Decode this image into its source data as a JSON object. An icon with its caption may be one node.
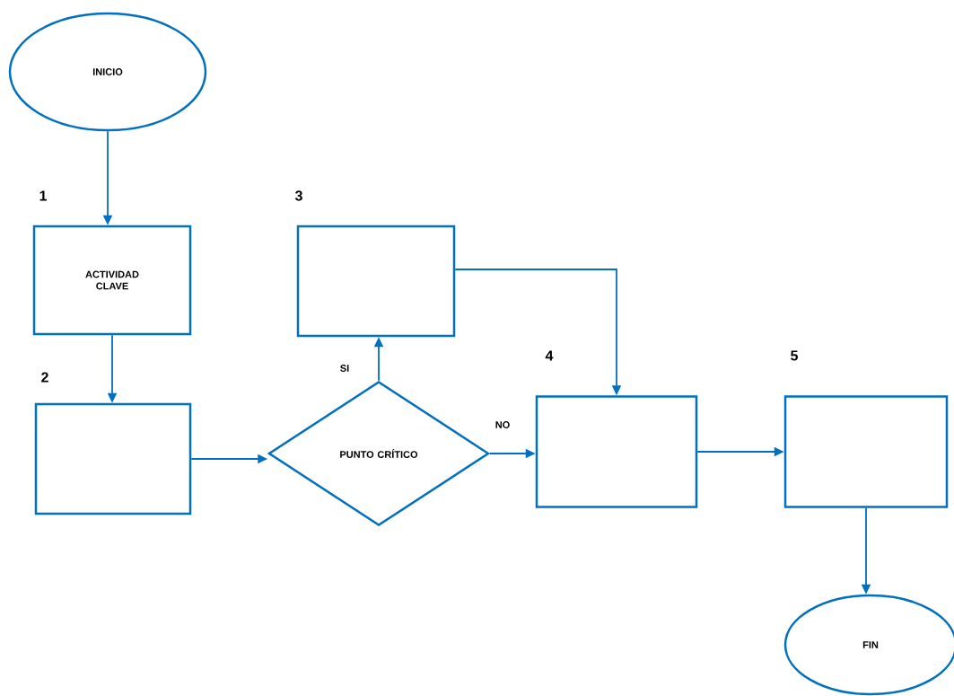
{
  "diagram": {
    "nodes": [
      {
        "text": [
          "INICIO"
        ]
      },
      {
        "text": [
          "ACTIVIDAD CLAVE"
        ],
        "beside": [
          "1"
        ]
      },
      {
        "text": [],
        "shape": "box",
        "beside": [
          "2"
        ]
      },
      {
        "text": [
          "PUNTO CRÍTICO"
        ]
      },
      {
        "text": [],
        "shape": "box",
        "beside": [
          "3"
        ]
      },
      {
        "text": [],
        "shape": "box",
        "beside": [
          "4"
        ]
      },
      {
        "text": [],
        "shape": "box",
        "beside": [
          "5"
        ]
      },
      {
        "text": [
          "FIN"
        ]
      }
    ],
    "edges": [
      {
        "from": 0,
        "to": 1,
        "arrow": "to"
      },
      {
        "from": 1,
        "to": 2,
        "arrow": "to"
      },
      {
        "from": 2,
        "to": 3,
        "arrow": "to"
      },
      {
        "from": 3,
        "to": 4,
        "arrow": "to",
        "label": "SI"
      },
      {
        "from": 3,
        "to": 5,
        "arrow": "to",
        "label": "NO"
      },
      {
        "from": 4,
        "to": 5,
        "arrow": "to"
      },
      {
        "from": 5,
        "to": 6,
        "arrow": "to"
      },
      {
        "from": 6,
        "to": 7,
        "arrow": "to"
      }
    ]
  }
}
